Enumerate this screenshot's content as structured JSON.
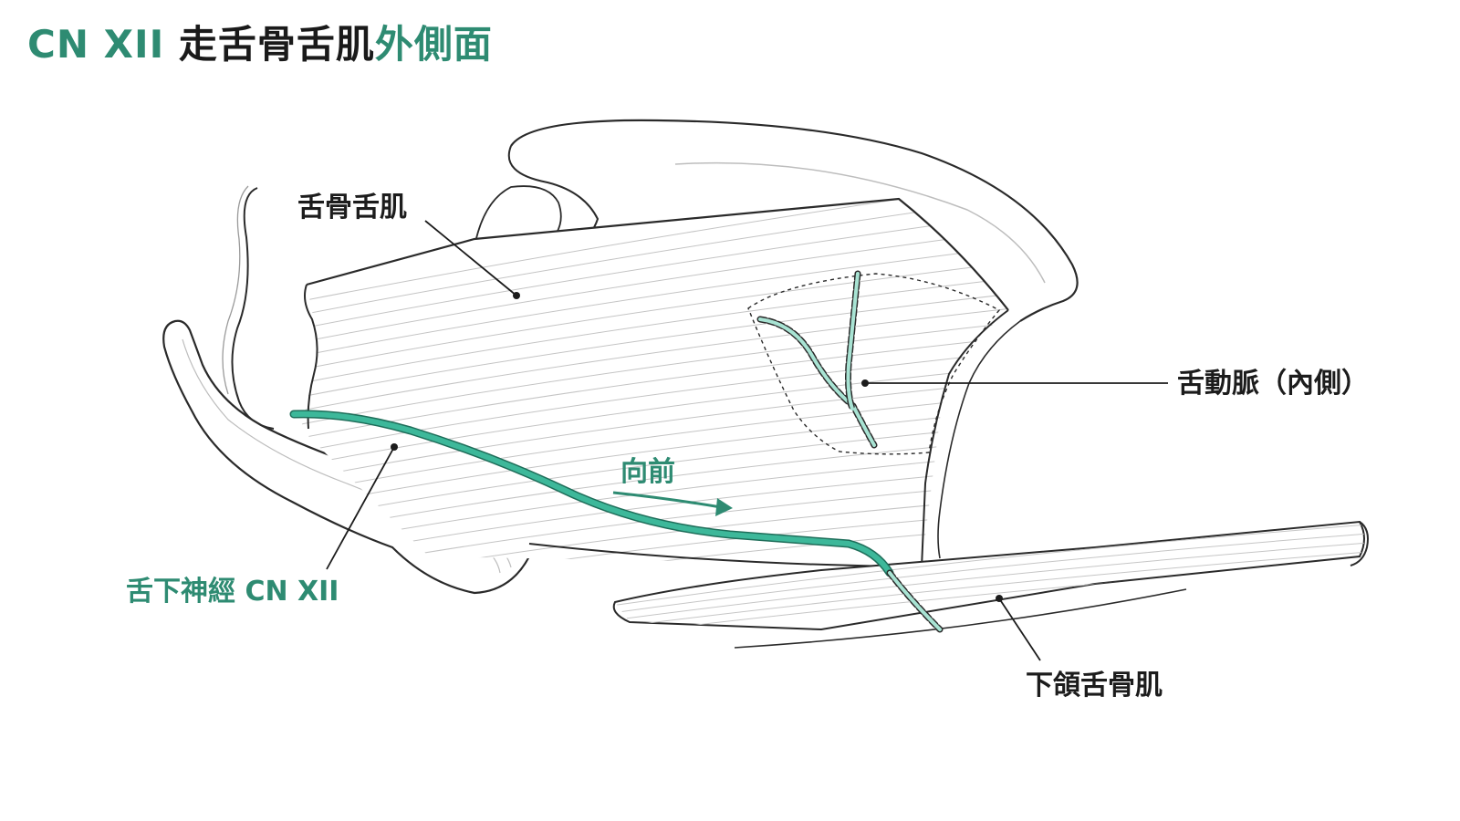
{
  "title": {
    "prefix": "CN XII",
    "middle": "走舌骨舌肌",
    "suffix": "外側面"
  },
  "labels": {
    "hyoglossus": "舌骨舌肌",
    "lingual_artery": "舌動脈（內側）",
    "hypoglossal_nerve": "舌下神經 CN XII",
    "direction": "向前",
    "mylohyoid": "下頜舌骨肌"
  },
  "colors": {
    "accent": "#2e8b72",
    "nerve": "#3db89a",
    "ink": "#1c1c1c",
    "line": "#2a2a2a",
    "hatch": "#b9b9b9"
  }
}
